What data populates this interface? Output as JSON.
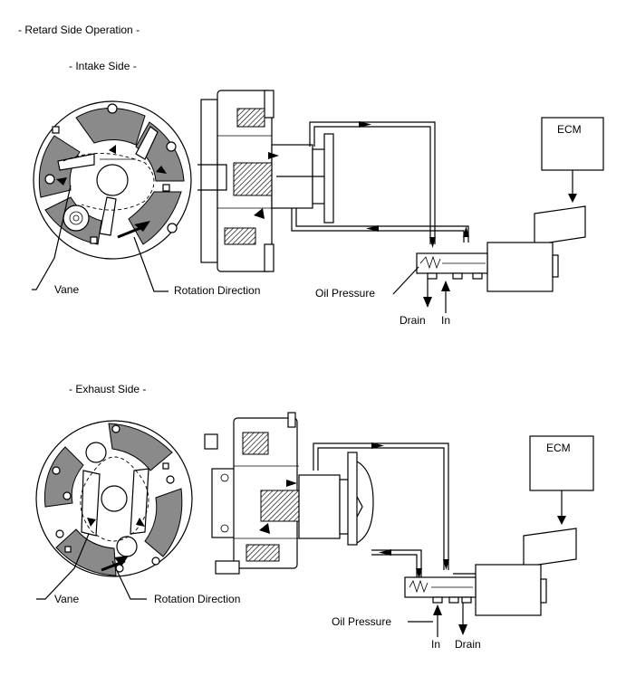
{
  "title": "- Retard Side Operation -",
  "intake": {
    "heading": "- Intake Side -",
    "vane_label": "Vane",
    "rotation_label": "Rotation Direction",
    "ecm_label": "ECM",
    "oil_pressure_label": "Oil Pressure",
    "drain_label": "Drain",
    "in_label": "In"
  },
  "exhaust": {
    "heading": "- Exhaust Side -",
    "vane_label": "Vane",
    "rotation_label": "Rotation Direction",
    "ecm_label": "ECM",
    "oil_pressure_label": "Oil Pressure",
    "in_label": "In",
    "drain_label": "Drain"
  }
}
